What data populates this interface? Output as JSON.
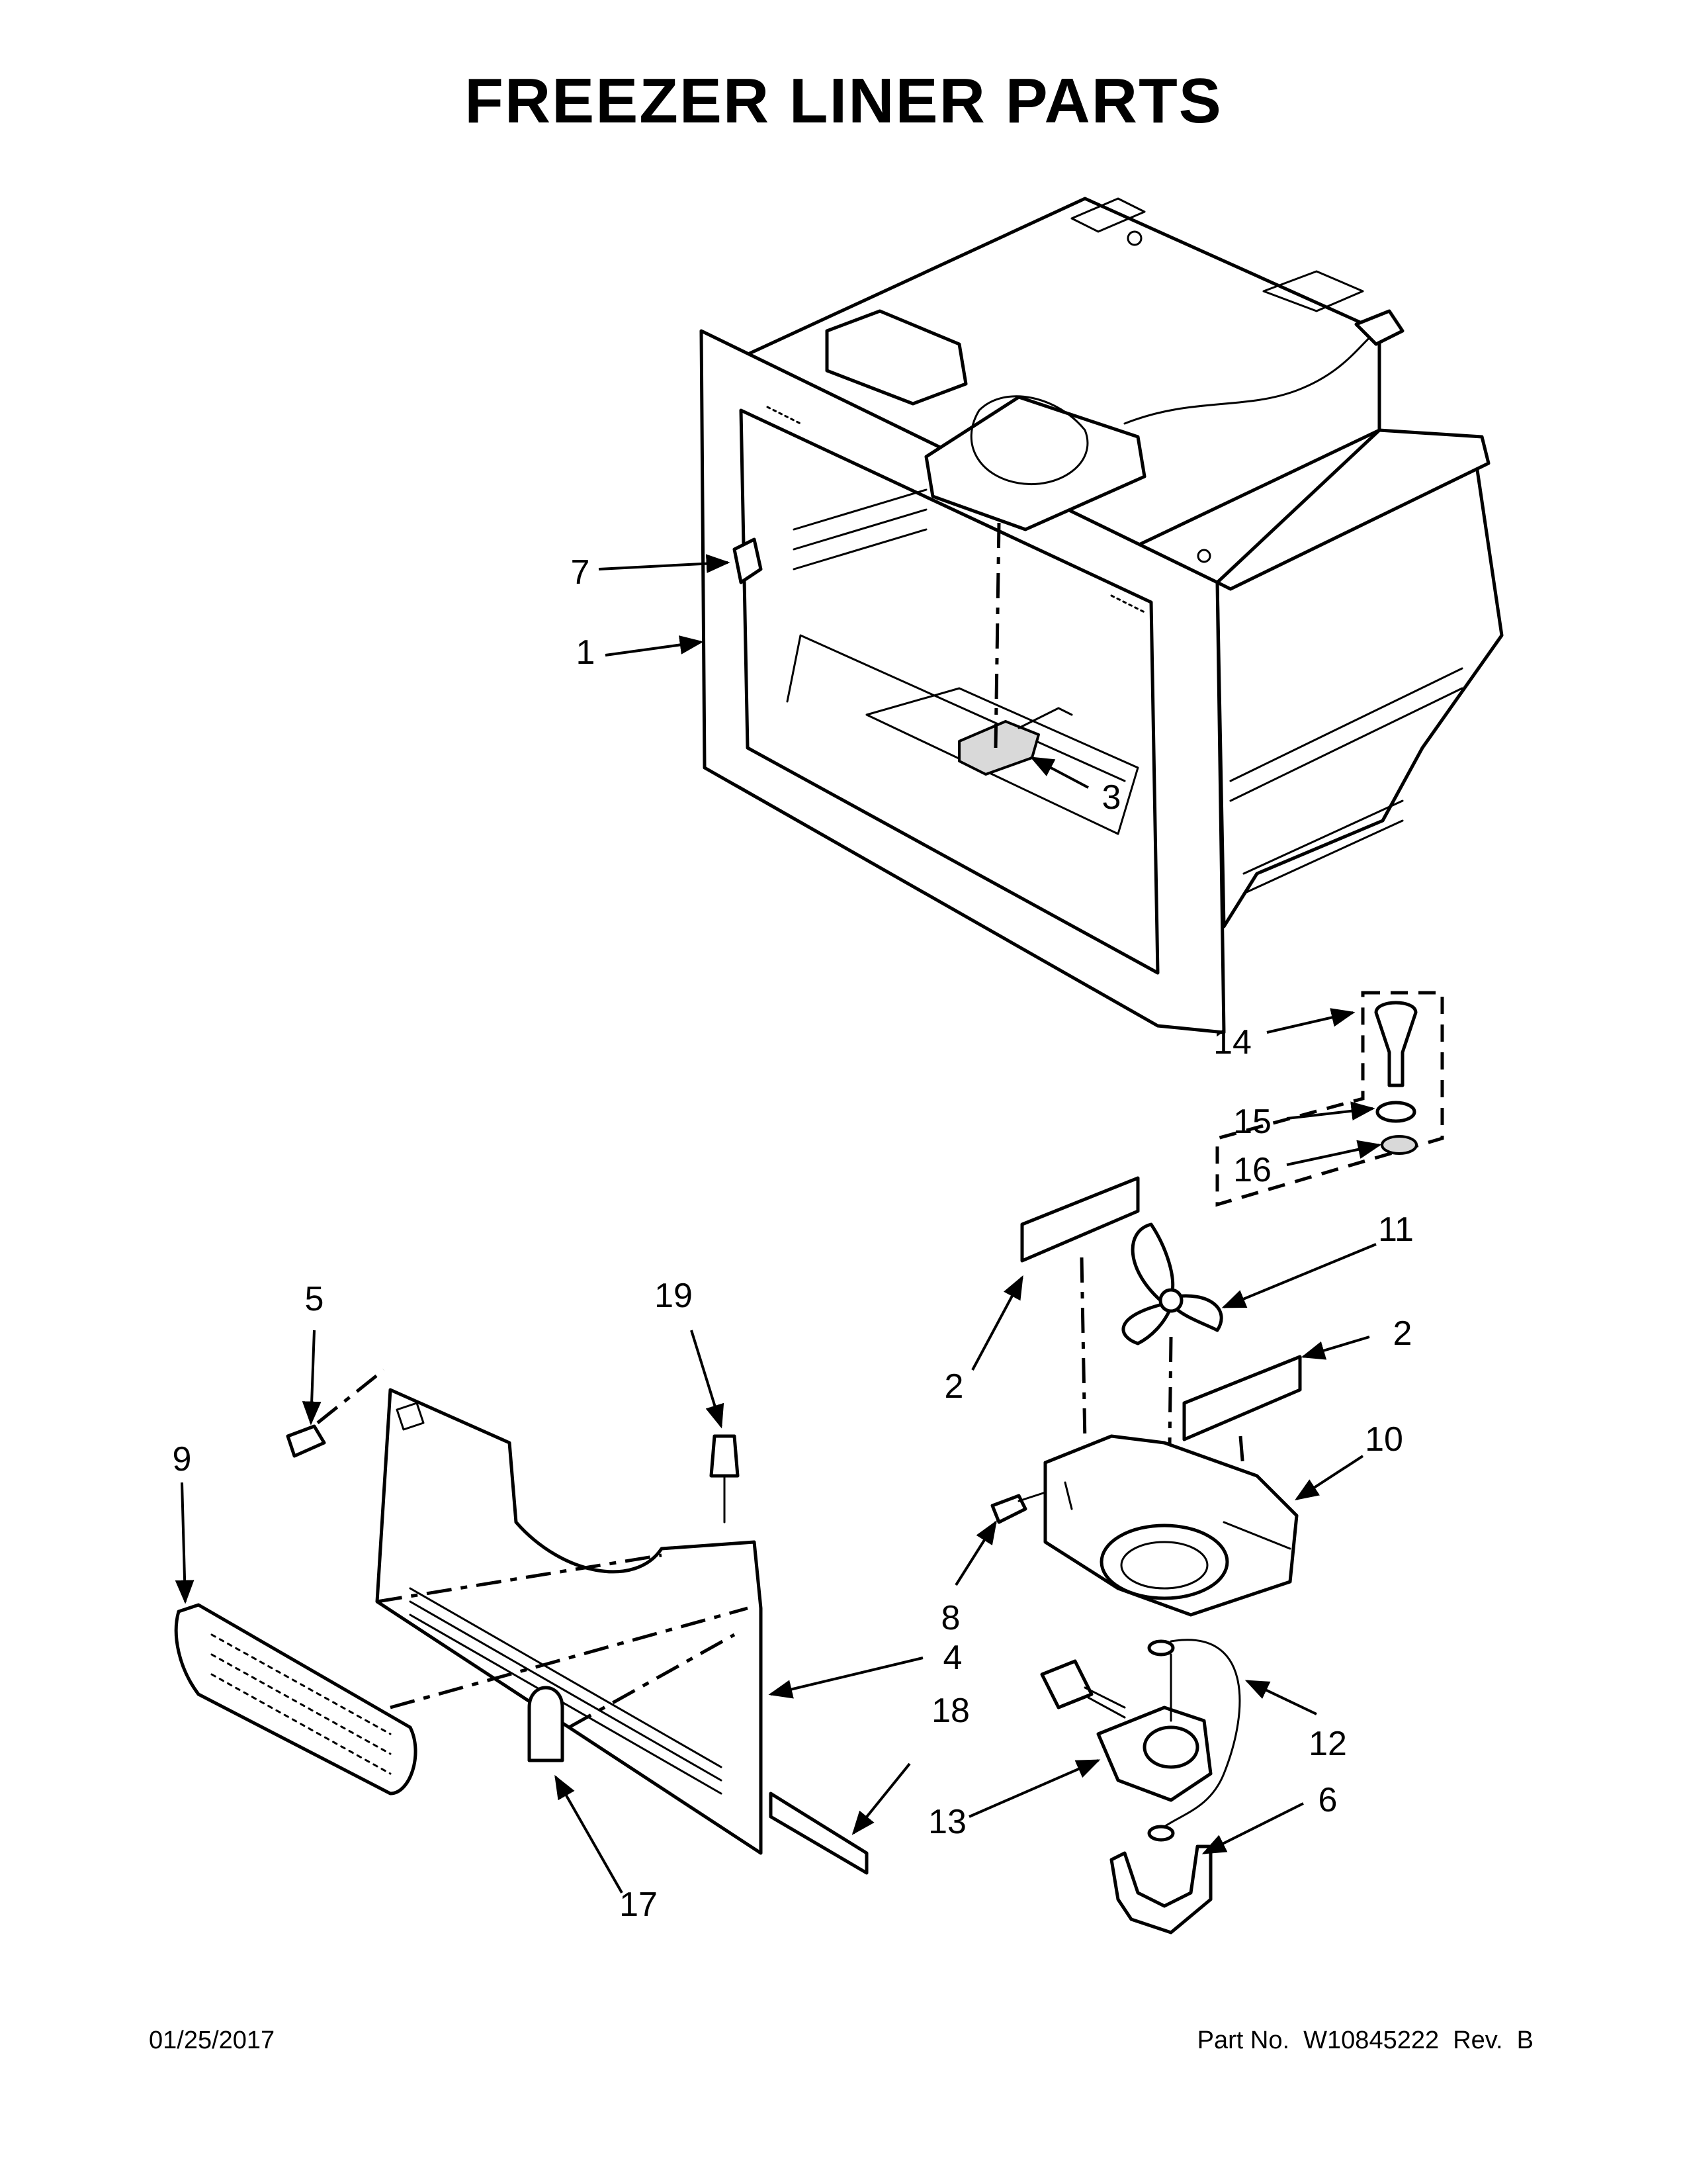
{
  "title": "FREEZER LINER PARTS",
  "footer": {
    "date": "01/25/2017",
    "part_no": "Part No.  W10845222  Rev.  B"
  },
  "callouts": {
    "c7": "7",
    "c1": "1",
    "c3": "3",
    "c14": "14",
    "c15": "15",
    "c16": "16",
    "c11": "11",
    "c2a": "2",
    "c2b": "2",
    "c10": "10",
    "c5": "5",
    "c19": "19",
    "c9": "9",
    "c8": "8",
    "c4": "4",
    "c18": "18",
    "c12": "12",
    "c13": "13",
    "c6": "6",
    "c17": "17"
  }
}
